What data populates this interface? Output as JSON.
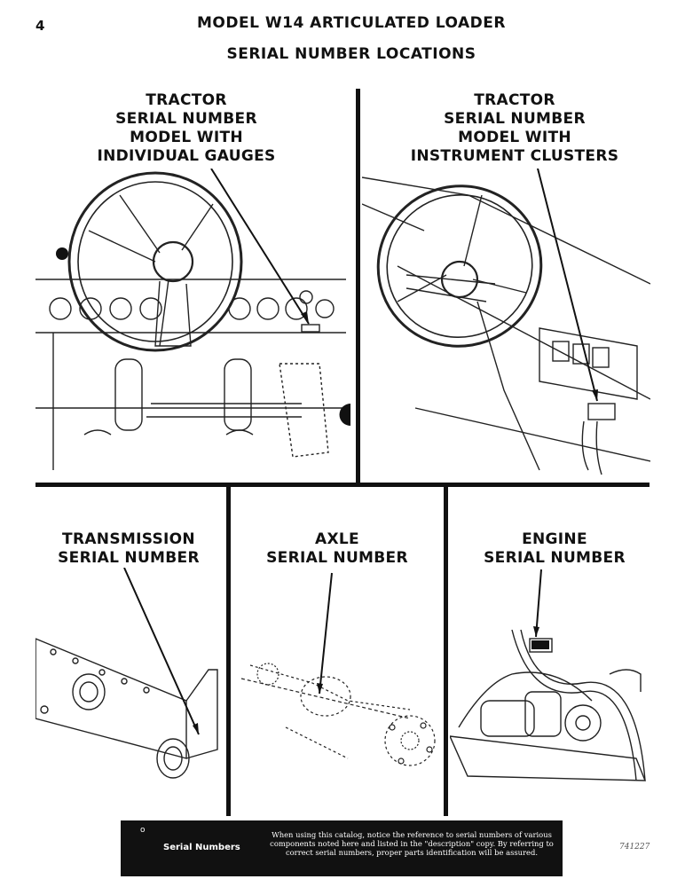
{
  "page": {
    "number": "4",
    "title": "MODEL W14 ARTICULATED LOADER",
    "subtitle": "SERIAL NUMBER LOCATIONS"
  },
  "panels": {
    "tractor_gauges": [
      "TRACTOR",
      "SERIAL NUMBER",
      "MODEL WITH",
      "INDIVIDUAL GAUGES"
    ],
    "tractor_clusters": [
      "TRACTOR",
      "SERIAL NUMBER",
      "MODEL WITH",
      "INSTRUMENT CLUSTERS"
    ],
    "transmission": [
      "TRANSMISSION",
      "SERIAL NUMBER"
    ],
    "axle": [
      "AXLE",
      "SERIAL NUMBER"
    ],
    "engine": [
      "ENGINE",
      "SERIAL NUMBER"
    ]
  },
  "footer": {
    "dot": "o",
    "label": "Serial Numbers",
    "note": "When using this catalog, notice the reference to serial numbers of various components noted here and listed in the \"description\" copy. By referring to correct serial numbers, proper parts identification will be assured.",
    "code": "741227"
  }
}
